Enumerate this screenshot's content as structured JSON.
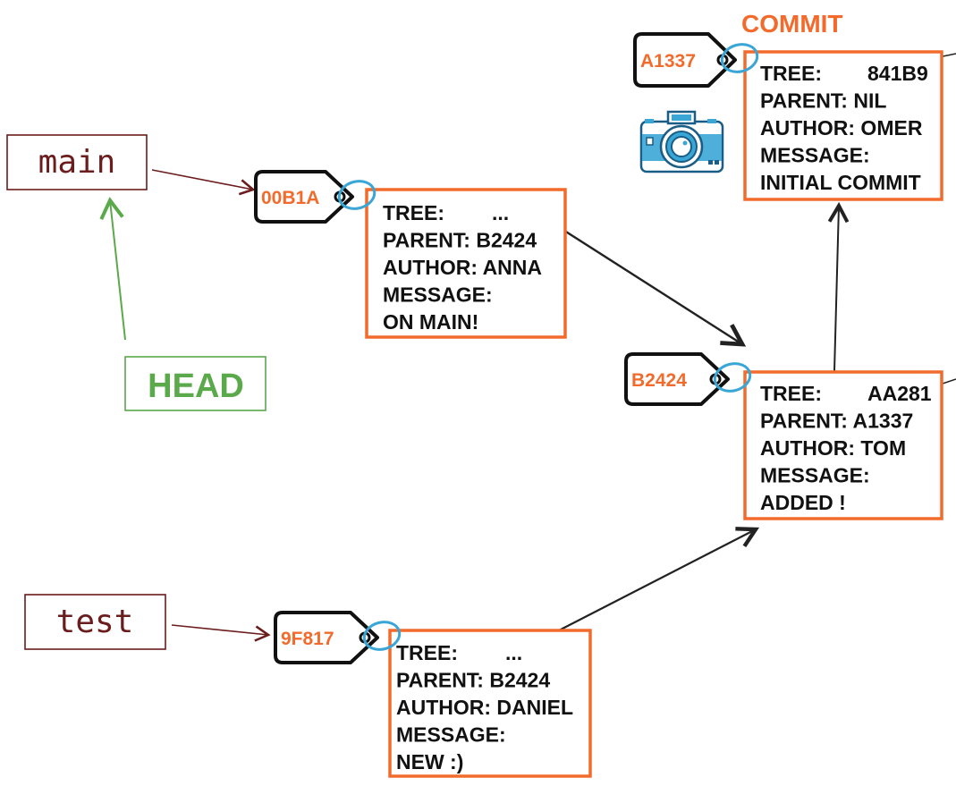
{
  "title": "COMMIT",
  "colors": {
    "orange": "#f26b2c",
    "ref": "#6b1c1c",
    "head": "#5aa94a",
    "ring": "#3aa6d6",
    "ink": "#111111"
  },
  "refs": {
    "main": "main",
    "test": "test",
    "head": "HEAD"
  },
  "commits": [
    {
      "id": "A1337",
      "tree_label": "TREE:",
      "tree": "841B9",
      "parent": "PARENT: NIL",
      "author": "AUTHOR: OMER",
      "message_label": "MESSAGE:",
      "message": "INITIAL COMMIT"
    },
    {
      "id": "00B1A",
      "tree_label": "TREE:",
      "tree": "...",
      "parent": "PARENT: B2424",
      "author": "AUTHOR: ANNA",
      "message_label": "MESSAGE:",
      "message": "ON MAIN!"
    },
    {
      "id": "B2424",
      "tree_label": "TREE:",
      "tree": "AA281",
      "parent": "PARENT: A1337",
      "author": "AUTHOR: TOM",
      "message_label": "MESSAGE:",
      "message": "ADDED !"
    },
    {
      "id": "9F817",
      "tree_label": "TREE:",
      "tree": "...",
      "parent": "PARENT: B2424",
      "author": "AUTHOR: DANIEL",
      "message_label": "MESSAGE:",
      "message": "NEW :)"
    }
  ],
  "icons": {
    "snapshot": "camera-icon"
  }
}
